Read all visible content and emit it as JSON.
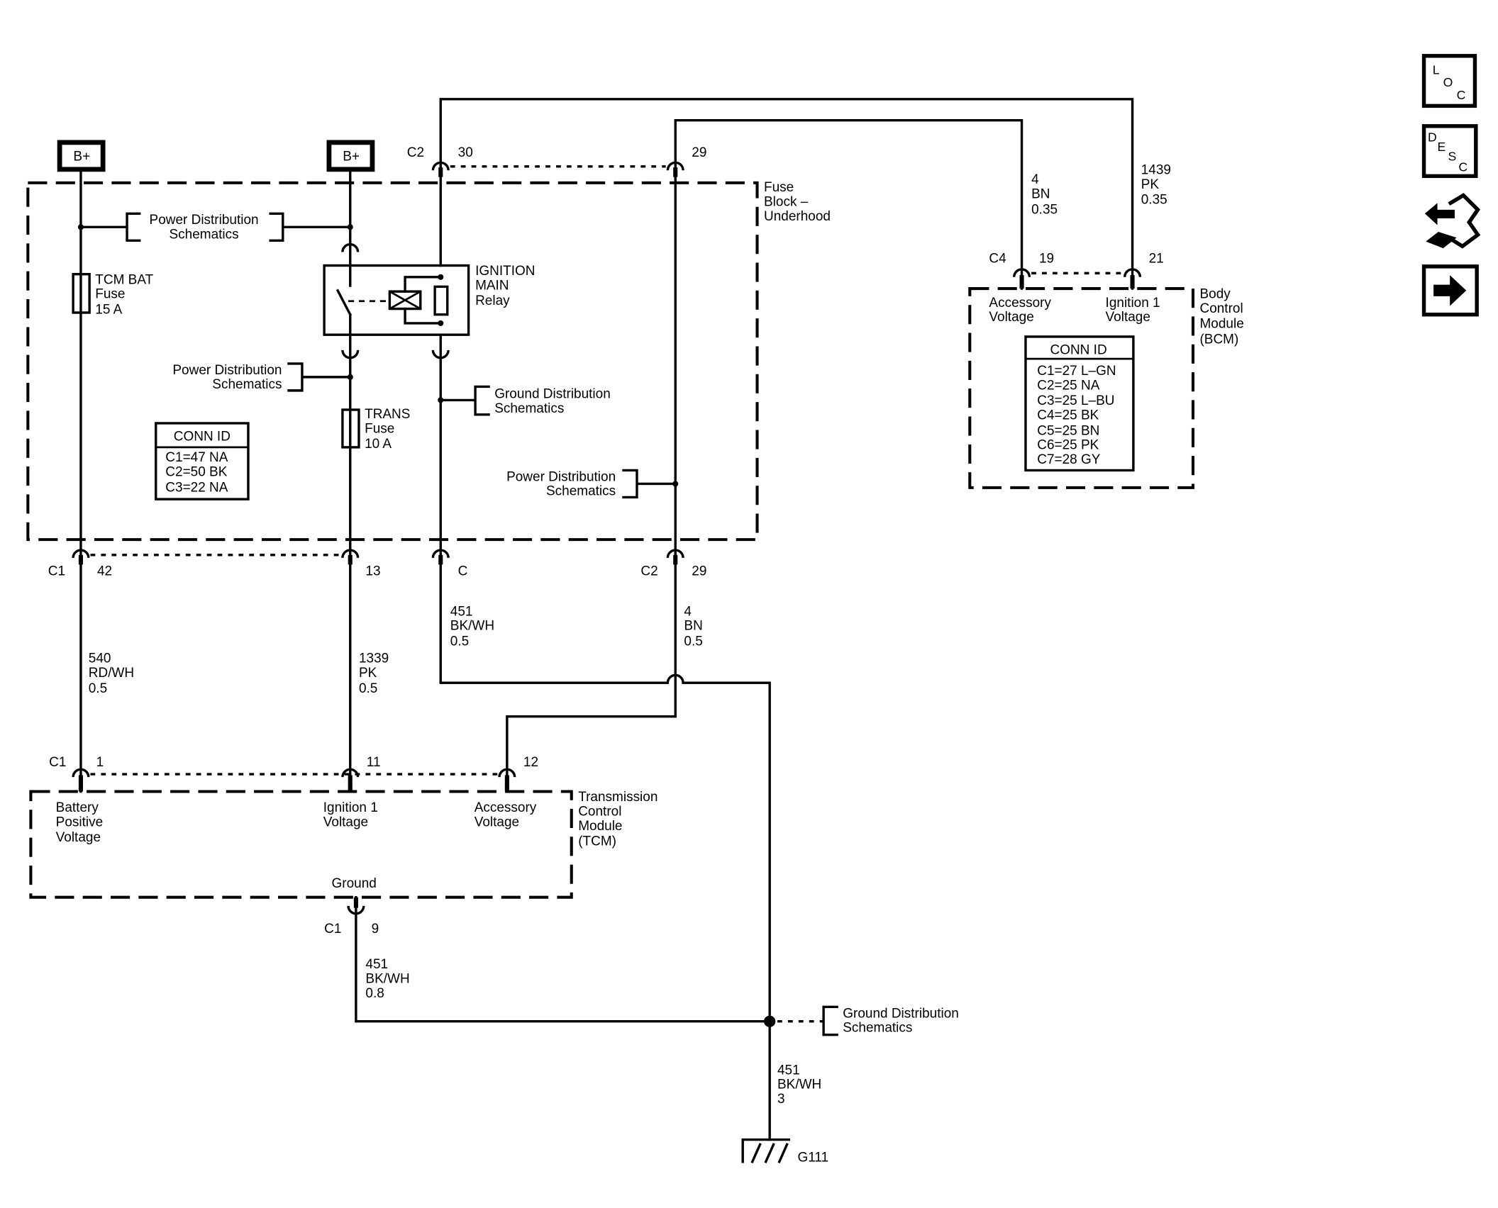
{
  "colors": {
    "ink": "#000000",
    "paper": "#ffffff"
  },
  "nav": {
    "loc": {
      "icon": "loc-icon",
      "letters": [
        "L",
        "O",
        "C"
      ]
    },
    "desc": {
      "icon": "desc-icon",
      "letters": [
        "D",
        "E",
        "S",
        "C"
      ]
    },
    "connector_view": {
      "icon": "connector-end-view-icon"
    },
    "next": {
      "icon": "right-arrow-icon"
    }
  },
  "supply": {
    "left": "B+",
    "right": "B+"
  },
  "fuse_block": {
    "label": [
      "Fuse",
      "Block –",
      "Underhood"
    ],
    "top_connector": {
      "name": "C2",
      "pin_30": "30",
      "pin_29": "29"
    },
    "power_dist_top": [
      "Power Distribution",
      "Schematics"
    ],
    "tcm_bat_fuse": [
      "TCM BAT",
      "Fuse",
      "15 A"
    ],
    "ignition_main_relay": [
      "IGNITION",
      "MAIN",
      "Relay"
    ],
    "power_dist_mid": [
      "Power Distribution",
      "Schematics"
    ],
    "ground_dist": [
      "Ground Distribution",
      "Schematics"
    ],
    "trans_fuse": [
      "TRANS",
      "Fuse",
      "10 A"
    ],
    "power_dist_low": [
      "Power Distribution",
      "Schematics"
    ],
    "conn_id": {
      "header": "CONN ID",
      "rows": [
        "C1=47 NA",
        "C2=50 BK",
        "C3=22 NA"
      ]
    },
    "bottom_connectors": {
      "c1": "C1",
      "pin_42": "42",
      "pin_13": "13",
      "c": "C",
      "c2": "C2",
      "pin_29": "29"
    }
  },
  "circuits": {
    "c451_relay": {
      "number": "451",
      "color": "BK/WH",
      "gauge": "0.5"
    },
    "c4_fuse": {
      "number": "4",
      "color": "BN",
      "gauge": "0.5"
    },
    "c540": {
      "number": "540",
      "color": "RD/WH",
      "gauge": "0.5"
    },
    "c1339": {
      "number": "1339",
      "color": "PK",
      "gauge": "0.5"
    },
    "c451_tcm": {
      "number": "451",
      "color": "BK/WH",
      "gauge": "0.8"
    },
    "c451_g111": {
      "number": "451",
      "color": "BK/WH",
      "gauge": "3"
    },
    "c4_bcm": {
      "number": "4",
      "color": "BN",
      "gauge": "0.35"
    },
    "c1439_bcm": {
      "number": "1439",
      "color": "PK",
      "gauge": "0.35"
    }
  },
  "tcm": {
    "top_connector": {
      "name": "C1",
      "pin_1": "1",
      "pin_11": "11",
      "pin_12": "12"
    },
    "battery_positive_voltage": [
      "Battery",
      "Positive",
      "Voltage"
    ],
    "ignition_1_voltage": [
      "Ignition 1",
      "Voltage"
    ],
    "accessory_voltage": [
      "Accessory",
      "Voltage"
    ],
    "label": [
      "Transmission",
      "Control",
      "Module",
      "(TCM)"
    ],
    "ground": "Ground",
    "bottom_connector": {
      "name": "C1",
      "pin_9": "9"
    }
  },
  "bcm": {
    "connector": {
      "name": "C4",
      "pin_19": "19",
      "pin_21": "21"
    },
    "accessory_voltage": [
      "Accessory",
      "Voltage"
    ],
    "ignition_1_voltage": [
      "Ignition 1",
      "Voltage"
    ],
    "label": [
      "Body",
      "Control",
      "Module",
      "(BCM)"
    ],
    "conn_id": {
      "header": "CONN ID",
      "rows": [
        "C1=27 L–GN",
        "C2=25 NA",
        "C3=25 L–BU",
        "C4=25 BK",
        "C5=25 BN",
        "C6=25 PK",
        "C7=28 GY"
      ]
    }
  },
  "ground": {
    "dist": [
      "Ground Distribution",
      "Schematics"
    ],
    "point": "G111"
  }
}
